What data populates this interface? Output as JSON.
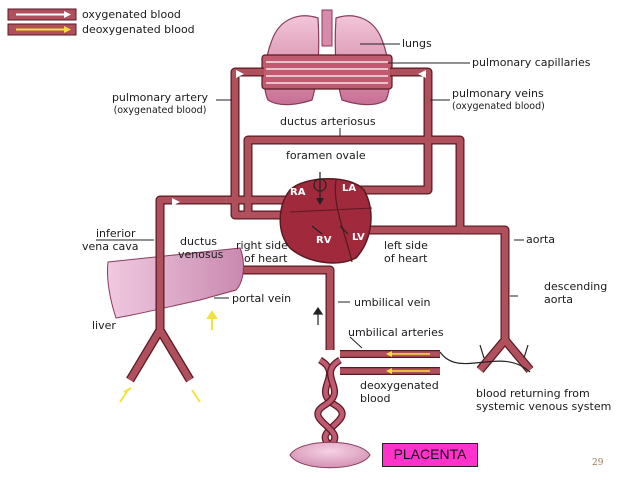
{
  "legend": {
    "oxygenated": "oxygenated blood",
    "deoxygenated": "deoxygenated blood"
  },
  "labels": {
    "lungs": "lungs",
    "pulmonary_capillaries": "pulmonary capillaries",
    "pulmonary_artery": "pulmonary artery",
    "pulmonary_artery_sub": "(oxygenated blood)",
    "pulmonary_veins": "pulmonary veins",
    "pulmonary_veins_sub": "(oxygenated blood)",
    "ductus_arteriosus": "ductus arteriosus",
    "foramen_ovale": "foramen ovale",
    "ra": "RA",
    "la": "LA",
    "rv": "RV",
    "lv": "LV",
    "inferior_vena_cava_1": "inferior",
    "inferior_vena_cava_2": "vena cava",
    "ductus_venosus_1": "ductus",
    "ductus_venosus_2": "venosus",
    "right_side_1": "right side",
    "right_side_2": "of heart",
    "left_side_1": "left side",
    "left_side_2": "of heart",
    "aorta": "aorta",
    "descending_aorta_1": "descending",
    "descending_aorta_2": "aorta",
    "portal_vein": "portal vein",
    "umbilical_vein": "umbilical vein",
    "liver": "liver",
    "umbilical_arteries": "umbilical arteries",
    "deoxygenated_blood_1": "deoxygenated",
    "deoxygenated_blood_2": "blood",
    "blood_returning_1": "blood returning from",
    "blood_returning_2": "systemic venous system"
  },
  "placenta": "PLACENTA",
  "page_number": "29",
  "colors": {
    "vessel": "#b0505c",
    "vessel_dark": "#5a1a22",
    "lung": "#d88aaa",
    "heart": "#a02a3c",
    "liver": "#d99bc0",
    "placenta": "#ff33cc",
    "arrow_yellow": "#f5e13c"
  }
}
